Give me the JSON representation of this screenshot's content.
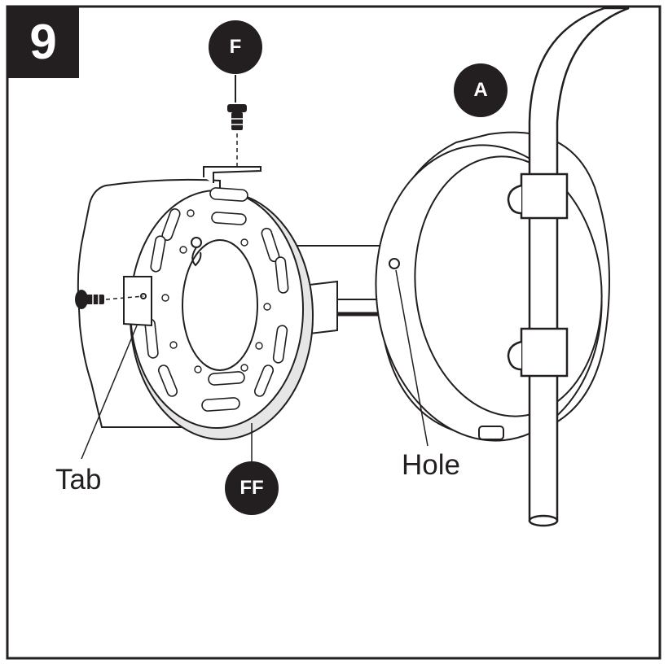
{
  "step": {
    "number": "9"
  },
  "callouts": {
    "screw": "F",
    "bracket": "FF",
    "fixture": "A"
  },
  "labels": {
    "tab": "Tab",
    "hole": "Hole"
  },
  "colors": {
    "ink": "#231f20",
    "paper": "#ffffff",
    "part_fill": "#ffffff",
    "shadow_fill": "#e6e6e6"
  }
}
